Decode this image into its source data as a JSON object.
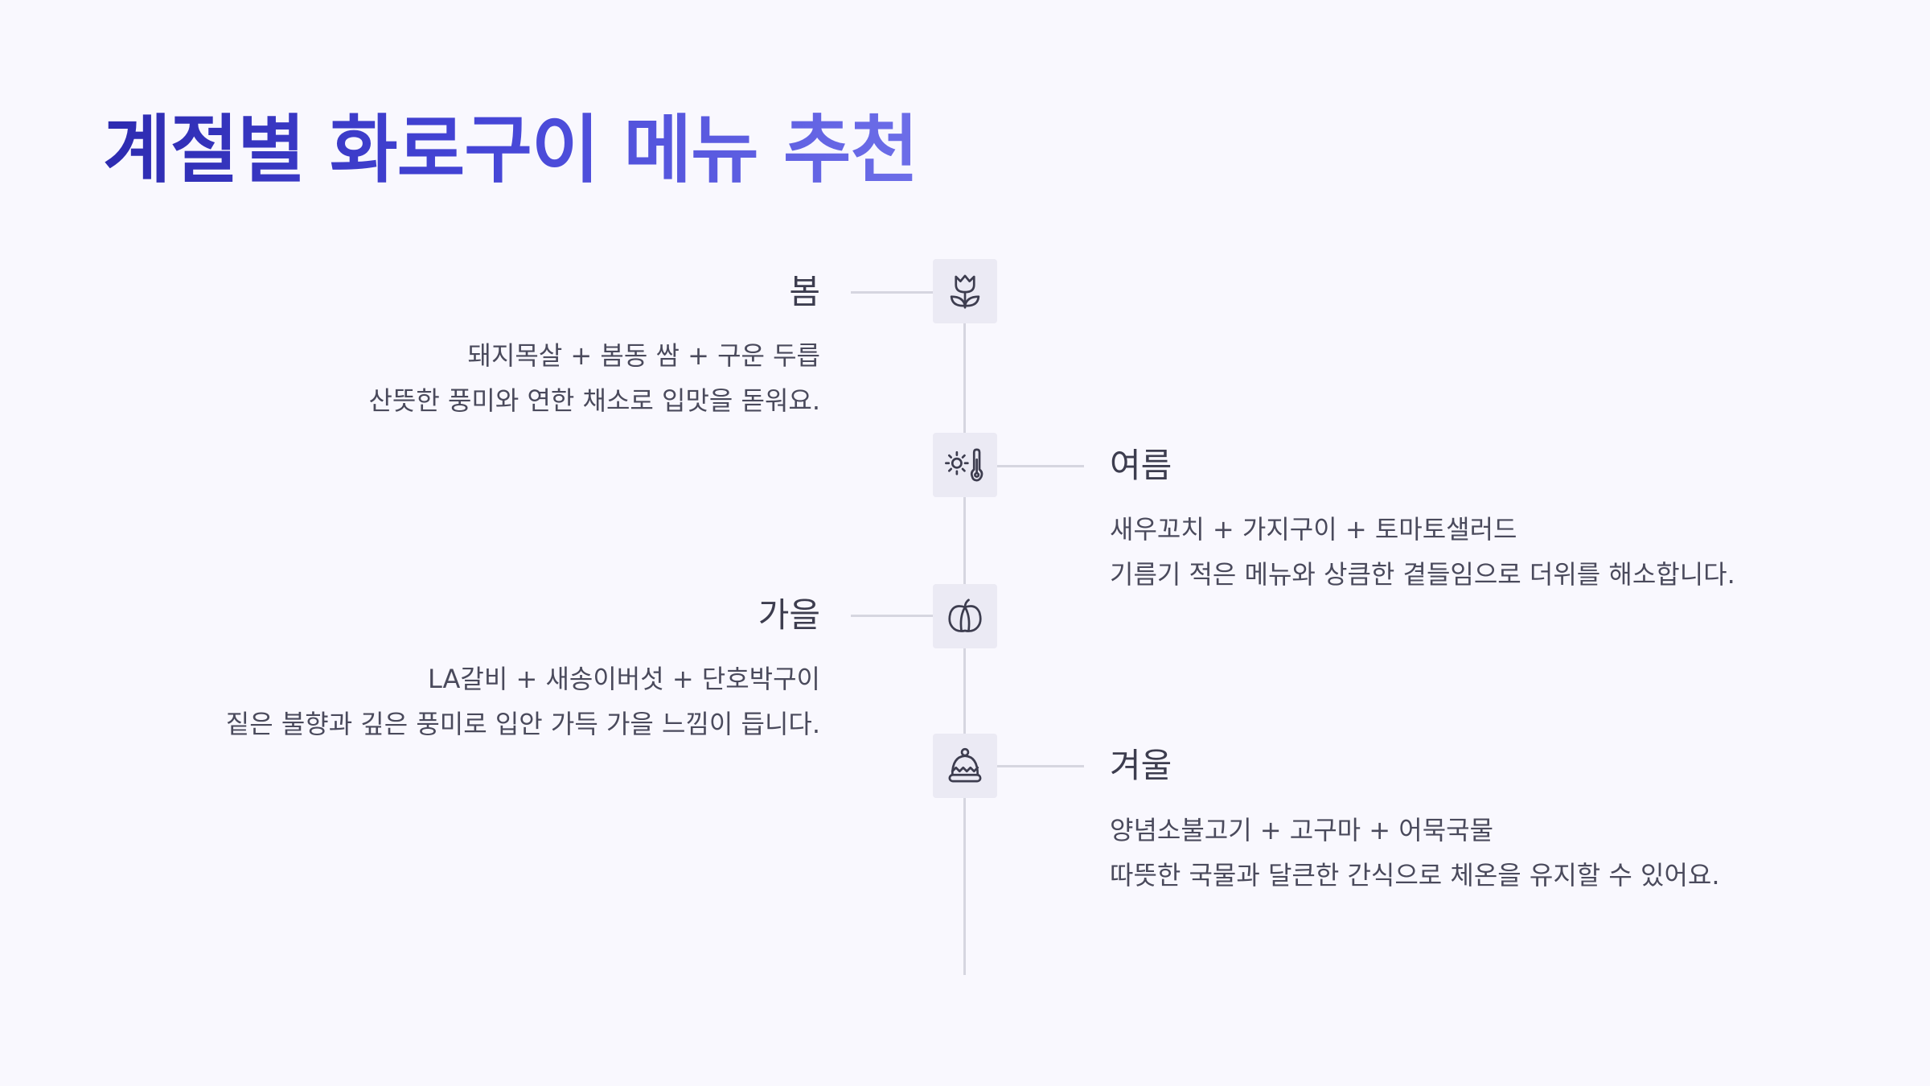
{
  "title": "계절별 화로구이 메뉴 추천",
  "seasons": [
    {
      "name": "봄",
      "icon": "tulip-icon",
      "menu": "돼지목살 + 봄동 쌈 + 구운 두릅",
      "description": "산뜻한 풍미와 연한 채소로 입맛을 돋워요."
    },
    {
      "name": "여름",
      "icon": "sun-thermometer-icon",
      "menu": "새우꼬치 + 가지구이 + 토마토샐러드",
      "description": "기름기 적은 메뉴와 상큼한 곁들임으로 더위를 해소합니다."
    },
    {
      "name": "가을",
      "icon": "pumpkin-icon",
      "menu": "LA갈비 + 새송이버섯 + 단호박구이",
      "description": "짙은 불향과 깊은 풍미로 입안 가득 가을 느낌이 듭니다."
    },
    {
      "name": "겨울",
      "icon": "winter-hat-icon",
      "menu": "양념소불고기 + 고구마 + 어묵국물",
      "description": "따뜻한 국물과 달큰한 간식으로 체온을 유지할 수 있어요."
    }
  ],
  "colors": {
    "background": "#f9f8fe",
    "title_gradient_start": "#2d2bb0",
    "title_gradient_end": "#6d6ee8",
    "axis": "#d6d6e0",
    "node_bg": "#ebeaf4",
    "text": "#3d3d4f"
  }
}
